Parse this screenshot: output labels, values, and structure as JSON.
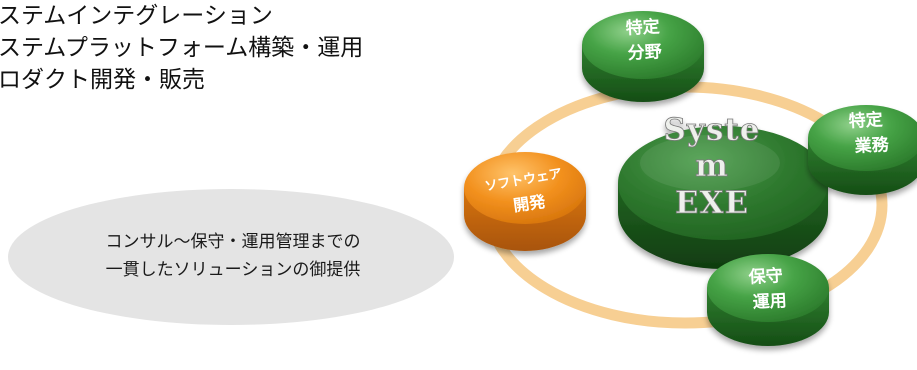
{
  "services": [
    "ステムインテグレーション",
    "ステムプラットフォーム構築・運用",
    "ロダクト開発・販売"
  ],
  "summary": {
    "line1": "コンサル～保守・運用管理までの",
    "line2": "一貫したソリューションの御提供"
  },
  "center": {
    "line1": "Syste",
    "line2": "m",
    "line3": "EXE",
    "color": "#2f7a2f"
  },
  "nodes": {
    "specific_field": {
      "line1": "特定",
      "line2": "分野"
    },
    "specific_business": {
      "line1": "特定",
      "line2": "業務"
    },
    "maintenance": {
      "line1": "保守",
      "line2": "運用"
    },
    "software": {
      "line1": "ソフトウェア",
      "line2": "開発"
    }
  },
  "colors": {
    "ring": "#f7cf93",
    "green_node": "#3f9c3f",
    "orange_node": "#ef8a16",
    "ellipse": "#e4e4e4"
  }
}
